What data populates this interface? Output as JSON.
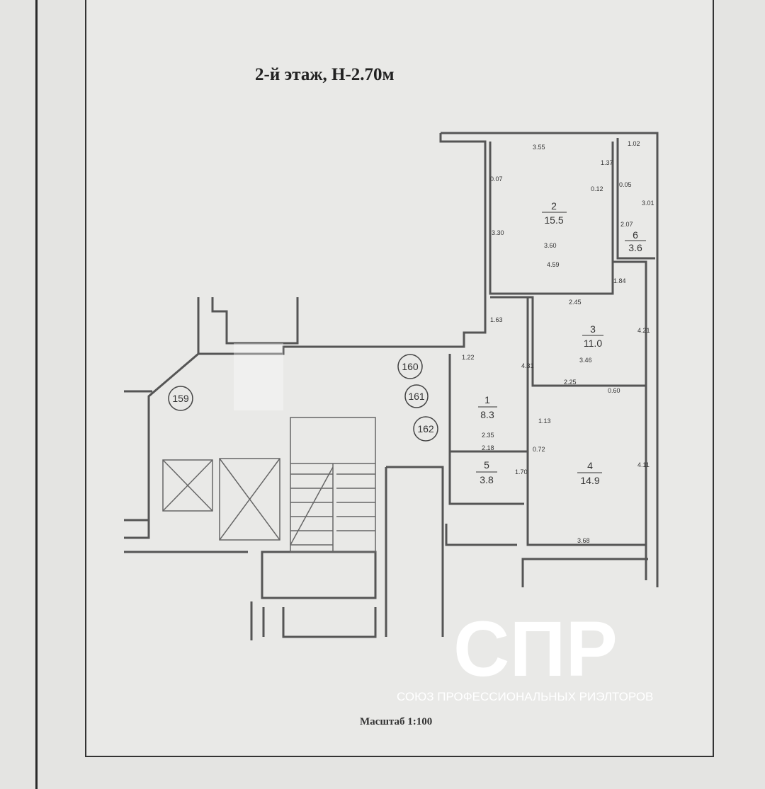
{
  "title": "2-й этаж, Н-2.70м",
  "scale": "Масштаб 1:100",
  "watermark": {
    "logo": "СПР",
    "caption": "СОЮЗ ПРОФЕССИОНАЛЬНЫХ РИЭЛТОРОВ"
  },
  "rooms": [
    {
      "number": "1",
      "area": "8.3"
    },
    {
      "number": "2",
      "area": "15.5"
    },
    {
      "number": "3",
      "area": "11.0"
    },
    {
      "number": "4",
      "area": "14.9"
    },
    {
      "number": "5",
      "area": "3.8"
    },
    {
      "number": "6",
      "area": "3.6"
    }
  ],
  "markers": [
    "159",
    "160",
    "161",
    "162"
  ],
  "dimensions": [
    "3.55",
    "0.07",
    "1.37",
    "0.12",
    "0.05",
    "1.02",
    "3.01",
    "2.07",
    "3.30",
    "3.60",
    "4.59",
    "1.84",
    "2.45",
    "1.63",
    "4.21",
    "3.46",
    "1.22",
    "4.31",
    "2.25",
    "0.60",
    "1.13",
    "2.35",
    "2.18",
    "0.72",
    "1.70",
    "4.11",
    "3.68"
  ]
}
